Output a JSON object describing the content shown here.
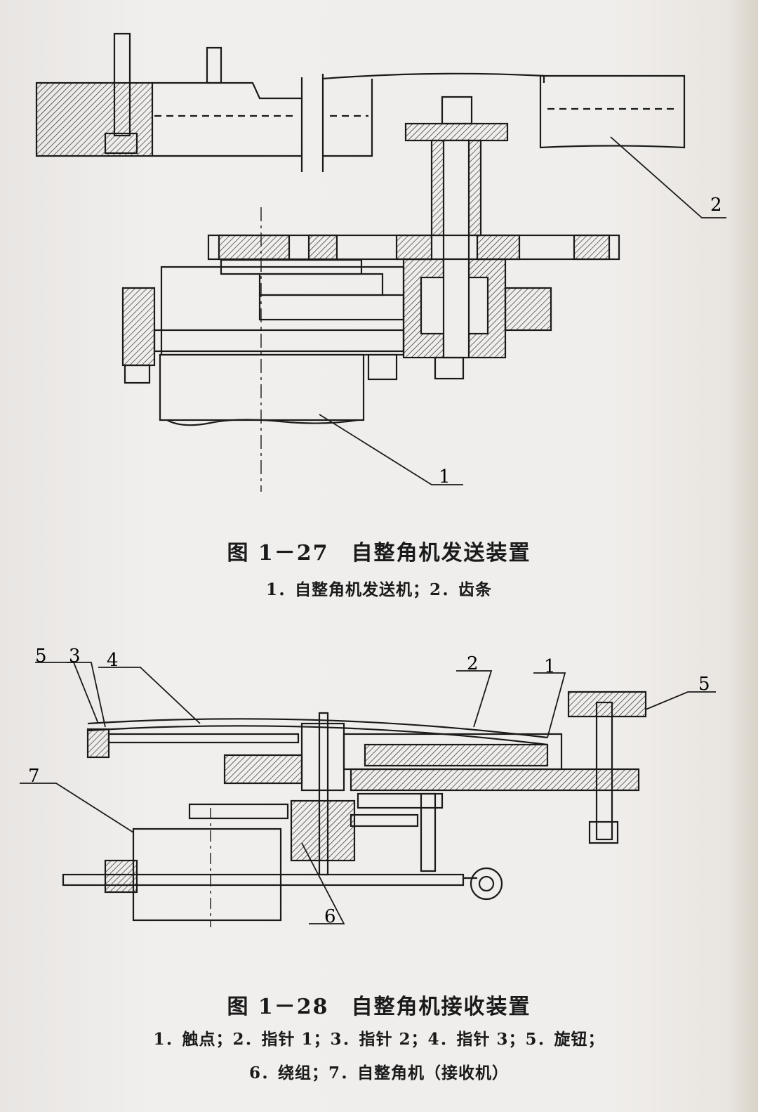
{
  "figure_27": {
    "title": "图 1－27　自整角机发送装置",
    "legend": "1．自整角机发送机；2．齿条",
    "labels": [
      "1",
      "2"
    ]
  },
  "figure_28": {
    "title": "图 1－28　自整角机接收装置",
    "legend_line1": "1．触点；2．指针 1；3．指针 2；4．指针 3；5．旋钮；",
    "legend_line2": "6．绕组；7．自整角机（接收机）",
    "labels": [
      "5",
      "3",
      "4",
      "2",
      "1",
      "5",
      "7",
      "6"
    ]
  }
}
